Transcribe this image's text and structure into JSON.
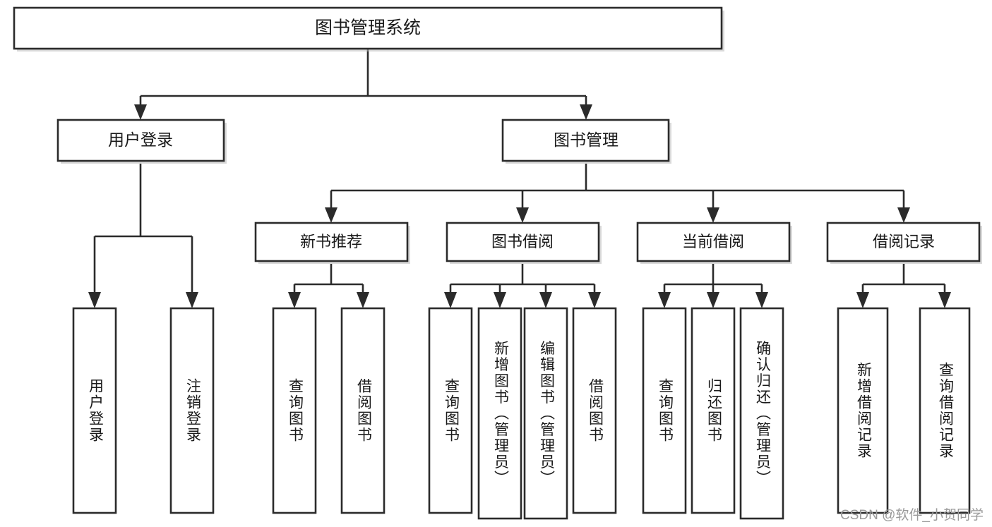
{
  "diagram": {
    "title": "图书管理系统",
    "type": "tree-hierarchy",
    "watermark": "CSDN @软件_小贺同学",
    "colors": {
      "background": "#ffffff",
      "box_fill": "#ffffff",
      "box_stroke": "#2b2b2b",
      "text": "#1a1a1a",
      "shadow": "#b9b9b9",
      "watermark": "#9a9a9a"
    },
    "root": {
      "label": "图书管理系统"
    },
    "level1": [
      {
        "label": "用户登录"
      },
      {
        "label": "图书管理"
      }
    ],
    "level2": [
      {
        "label": "新书推荐"
      },
      {
        "label": "图书借阅"
      },
      {
        "label": "当前借阅"
      },
      {
        "label": "借阅记录"
      }
    ],
    "leaves": {
      "user_login": [
        {
          "label": "用户登录"
        },
        {
          "label": "注销登录"
        }
      ],
      "new_book_recommend": [
        {
          "label": "查询图书"
        },
        {
          "label": "借阅图书"
        }
      ],
      "book_borrow": [
        {
          "label": "查询图书"
        },
        {
          "label": "新增图书（管理员）"
        },
        {
          "label": "编辑图书（管理员）"
        },
        {
          "label": "借阅图书"
        }
      ],
      "current_borrow": [
        {
          "label": "查询图书"
        },
        {
          "label": "归还图书"
        },
        {
          "label": "确认归还（管理员）"
        }
      ],
      "borrow_record": [
        {
          "label": "新增借阅记录"
        },
        {
          "label": "查询借阅记录"
        }
      ]
    }
  }
}
